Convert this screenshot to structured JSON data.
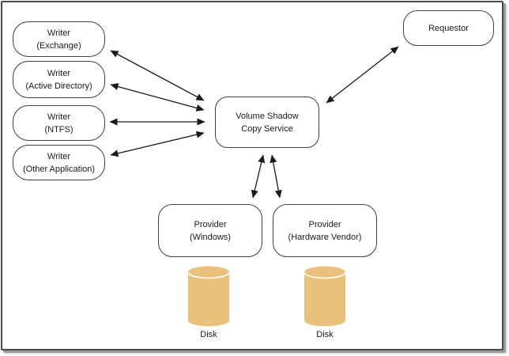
{
  "diagram": {
    "title_semantic": "Volume Shadow Copy Service architecture diagram",
    "writers": [
      {
        "lines": [
          "Writer",
          "(Exchange)"
        ]
      },
      {
        "lines": [
          "Writer",
          "(Active Directory)"
        ]
      },
      {
        "lines": [
          "Writer",
          "(NTFS)"
        ]
      },
      {
        "lines": [
          "Writer",
          "(Other Application)"
        ]
      }
    ],
    "requestor": {
      "label": "Requestor"
    },
    "vss": {
      "lines": [
        "Volume Shadow",
        "Copy Service"
      ]
    },
    "providers": [
      {
        "lines": [
          "Provider",
          "(Windows)"
        ]
      },
      {
        "lines": [
          "Provider",
          "(Hardware Vendor)"
        ]
      }
    ],
    "disks": [
      {
        "label": "Disk"
      },
      {
        "label": "Disk"
      }
    ],
    "colors": {
      "disk_fill": "#EAC17C",
      "node_border": "#3F3F3F",
      "arrow": "#1A1A1A",
      "frame_border": "#4A4A4A"
    }
  }
}
